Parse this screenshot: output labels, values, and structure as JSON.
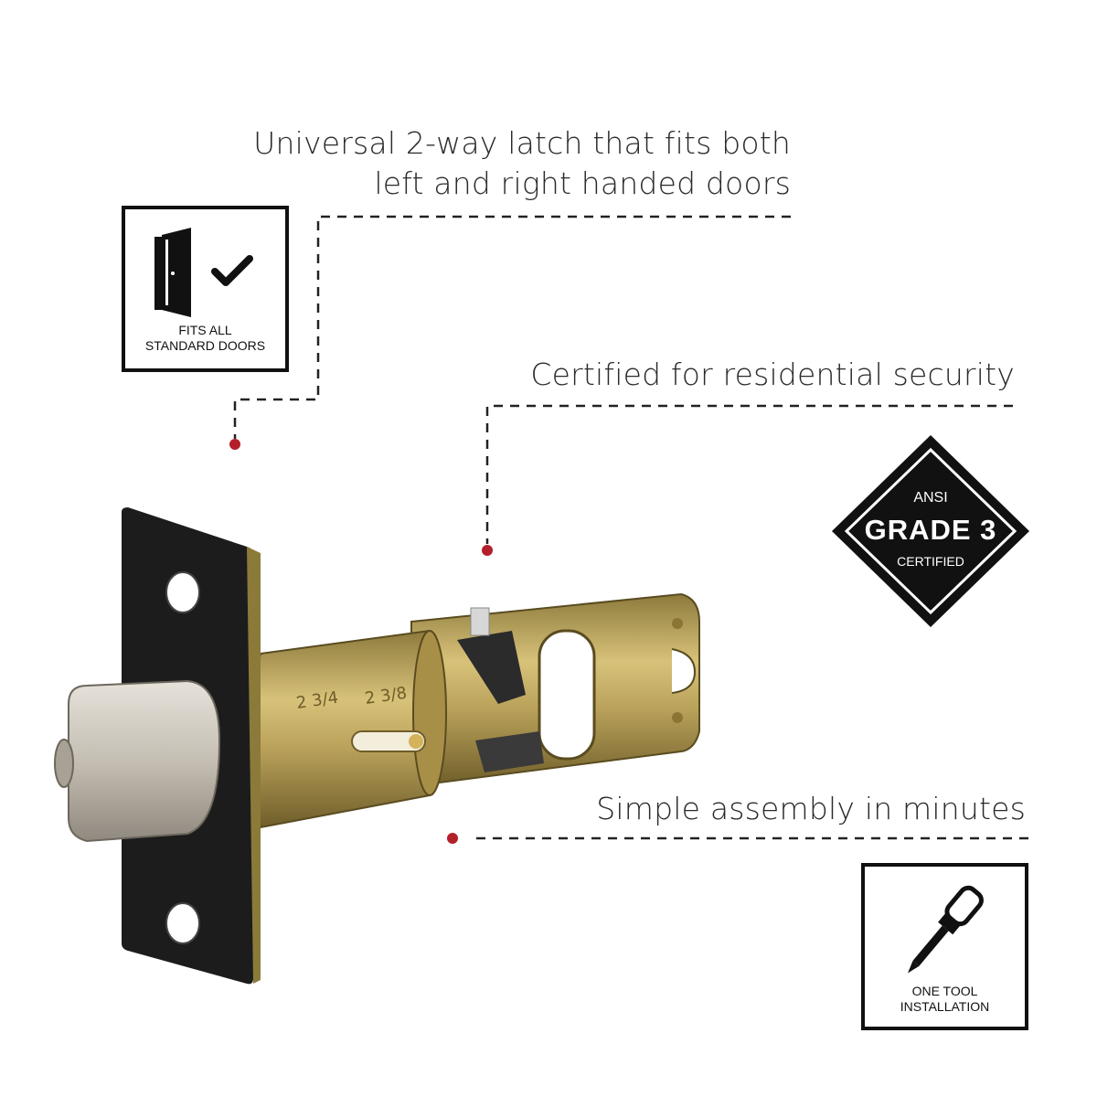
{
  "callouts": {
    "latch": {
      "line1": "Universal 2-way latch that fits both",
      "line2": "left and right handed doors"
    },
    "security": {
      "text": "Certified for residential security"
    },
    "assembly": {
      "text": "Simple assembly in minutes"
    }
  },
  "badges": {
    "doors": {
      "line1": "FITS ALL",
      "line2": "STANDARD DOORS",
      "icon": "door-check-icon"
    },
    "grade": {
      "top": "ANSI",
      "main": "GRADE 3",
      "bottom": "CERTIFIED"
    },
    "tool": {
      "line1": "ONE TOOL",
      "line2": "INSTALLATION",
      "icon": "screwdriver-icon"
    }
  },
  "product": {
    "markings": [
      "2 3/4",
      "2 3/8"
    ]
  },
  "colors": {
    "accent_dot": "#b3202a",
    "line": "#222222",
    "brass": "#b9a15a",
    "plate": "#1c1c1c",
    "bolt": "#c9c3b9"
  }
}
